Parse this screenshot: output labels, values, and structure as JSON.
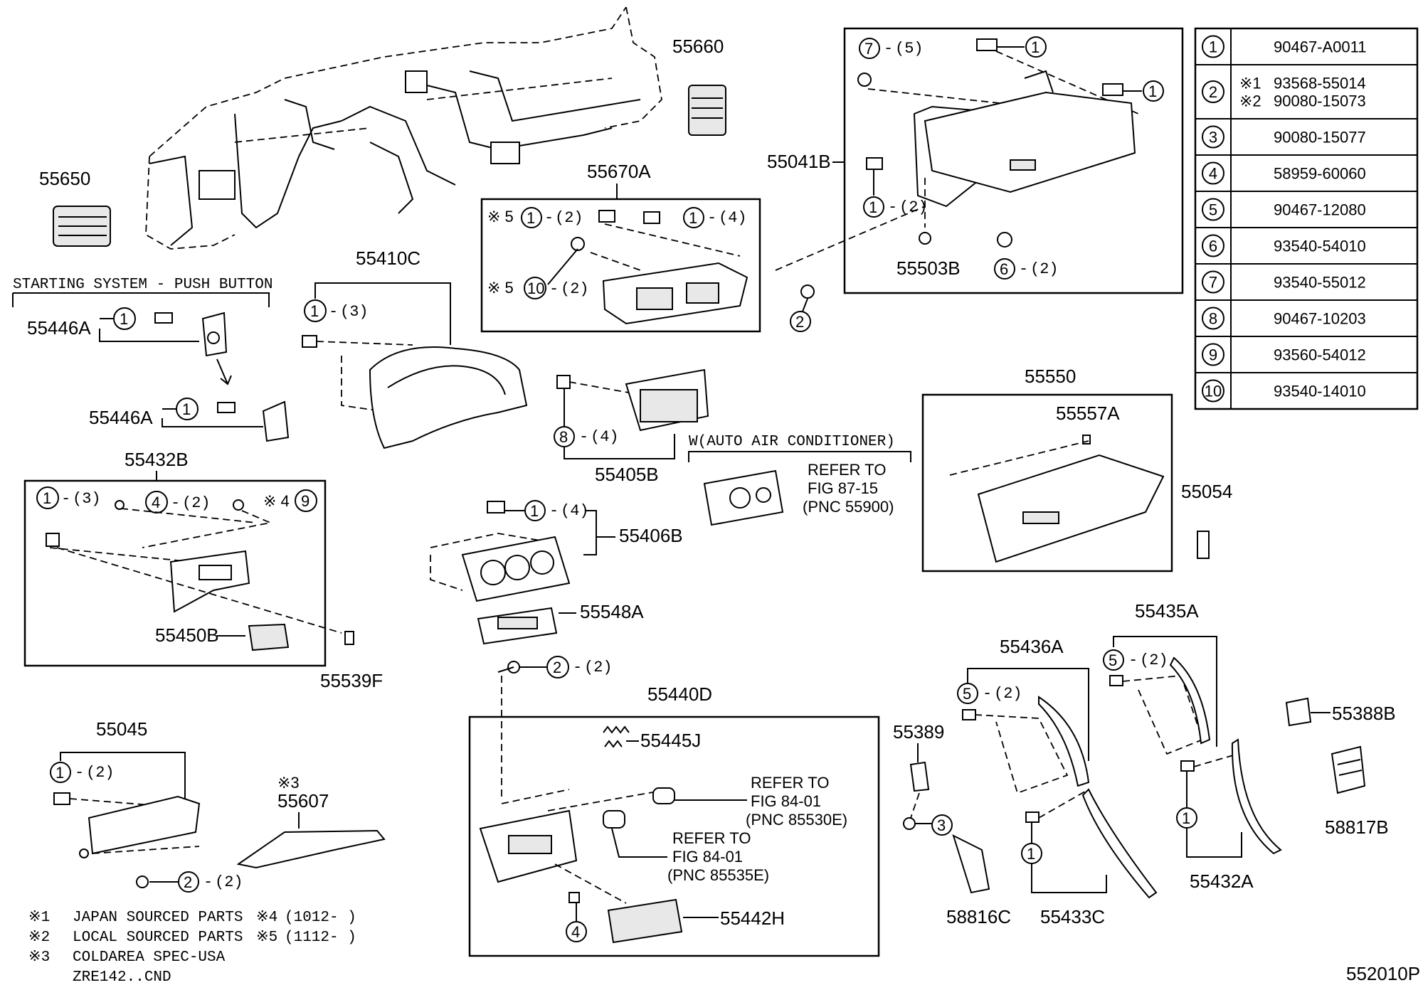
{
  "diagram": {
    "page_code": "552010P",
    "header_label": "STARTING SYSTEM - PUSH BUTTON",
    "section_label": "W(AUTO AIR CONDITIONER)",
    "part_labels": {
      "p55660": "55660",
      "p55650": "55650",
      "p55670A": "55670A",
      "p55410C": "55410C",
      "p55041B": "55041B",
      "p55503B": "55503B",
      "p55446A_1": "55446A",
      "p55446A_2": "55446A",
      "p55432B": "55432B",
      "p55405B": "55405B",
      "p55550": "55550",
      "p55557A": "55557A",
      "p55054": "55054",
      "p55406B": "55406B",
      "p55548A": "55548A",
      "p55450B": "55450B",
      "p55539F": "55539F",
      "p55440D": "55440D",
      "p55445J": "55445J",
      "p55045": "55045",
      "p55607": "55607",
      "p55442H": "55442H",
      "p55436A": "55436A",
      "p55435A": "55435A",
      "p55389": "55389",
      "p55388B": "55388B",
      "p58817B": "58817B",
      "p58816C": "58816C",
      "p55433C": "55433C",
      "p55432A": "55432A",
      "note3_mark": "※3"
    },
    "refer_notes": [
      {
        "line1": "REFER TO",
        "line2": "FIG 87-15",
        "line3": "(PNC 55900)"
      },
      {
        "line1": "REFER TO",
        "line2": "FIG 84-01",
        "line3": "(PNC 85530E)"
      },
      {
        "line1": "REFER TO",
        "line2": "FIG 84-01",
        "line3": "(PNC 85535E)"
      }
    ],
    "callouts": {
      "c7_5": "(5)",
      "c1_2_glove": "(2)",
      "c6_2": "(2)",
      "c5_1_2": "(2)",
      "c1_4_cluster": "(4)",
      "c5_10_2": "(2)",
      "c1_3_hood": "(3)",
      "c8_4": "(4)",
      "c1_3_box": "(3)",
      "c4_2_box": "(2)",
      "c1_4_heater": "(4)",
      "c2_2_screw": "(2)",
      "c1_2_lower": "(2)",
      "c2_2_lower": "(2)",
      "c5_2_a": "(2)",
      "c5_2_b": "(2)"
    },
    "prefix_marks": {
      "m5a": "※ 5",
      "m5b": "※ 5",
      "m4": "※ 4"
    },
    "footnotes": [
      {
        "mark": "※1",
        "text": "JAPAN SOURCED PARTS"
      },
      {
        "mark": "※2",
        "text": "LOCAL SOURCED PARTS"
      },
      {
        "mark": "※3",
        "text": "COLDAREA SPEC-USA"
      },
      {
        "mark": "",
        "text": "ZRE142..CND"
      }
    ],
    "footnotes_right": [
      {
        "mark": "※4",
        "text": "(1012-    )"
      },
      {
        "mark": "※5",
        "text": "(1112-    )"
      }
    ]
  },
  "parts_table": {
    "rows": [
      {
        "ref": "1",
        "lines": [
          {
            "mark": "",
            "part": "90467-A0011"
          }
        ]
      },
      {
        "ref": "2",
        "lines": [
          {
            "mark": "※1",
            "part": "93568-55014"
          },
          {
            "mark": "※2",
            "part": "90080-15073"
          }
        ]
      },
      {
        "ref": "3",
        "lines": [
          {
            "mark": "",
            "part": "90080-15077"
          }
        ]
      },
      {
        "ref": "4",
        "lines": [
          {
            "mark": "",
            "part": "58959-60060"
          }
        ]
      },
      {
        "ref": "5",
        "lines": [
          {
            "mark": "",
            "part": "90467-12080"
          }
        ]
      },
      {
        "ref": "6",
        "lines": [
          {
            "mark": "",
            "part": "93540-54010"
          }
        ]
      },
      {
        "ref": "7",
        "lines": [
          {
            "mark": "",
            "part": "93540-55012"
          }
        ]
      },
      {
        "ref": "8",
        "lines": [
          {
            "mark": "",
            "part": "90467-10203"
          }
        ]
      },
      {
        "ref": "9",
        "lines": [
          {
            "mark": "",
            "part": "93560-54012"
          }
        ]
      },
      {
        "ref": "10",
        "lines": [
          {
            "mark": "",
            "part": "93540-14010"
          }
        ]
      }
    ]
  }
}
